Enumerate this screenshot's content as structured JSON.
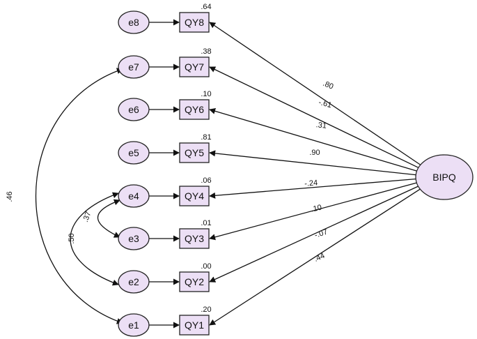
{
  "latent": {
    "label": "BIPQ"
  },
  "items": [
    {
      "error": "e8",
      "indicator": "QY8",
      "r2": ".64",
      "loading": ".80"
    },
    {
      "error": "e7",
      "indicator": "QY7",
      "r2": ".38",
      "loading": "-.61"
    },
    {
      "error": "e6",
      "indicator": "QY6",
      "r2": ".10",
      "loading": ".31"
    },
    {
      "error": "e5",
      "indicator": "QY5",
      "r2": ".81",
      "loading": ".90"
    },
    {
      "error": "e4",
      "indicator": "QY4",
      "r2": ".06",
      "loading": "-.24"
    },
    {
      "error": "e3",
      "indicator": "QY3",
      "r2": ".01",
      "loading": ".10"
    },
    {
      "error": "e2",
      "indicator": "QY2",
      "r2": ".00",
      "loading": "-.07"
    },
    {
      "error": "e1",
      "indicator": "QY1",
      "r2": ".20",
      "loading": ".44"
    }
  ],
  "covariances": [
    {
      "from": "e7",
      "to": "e1",
      "value": ".46"
    },
    {
      "from": "e4",
      "to": "e2",
      "value": ".50"
    },
    {
      "from": "e4",
      "to": "e3",
      "value": ".37"
    }
  ],
  "colors": {
    "node_fill": "#ecdff5",
    "stroke": "#222222"
  }
}
